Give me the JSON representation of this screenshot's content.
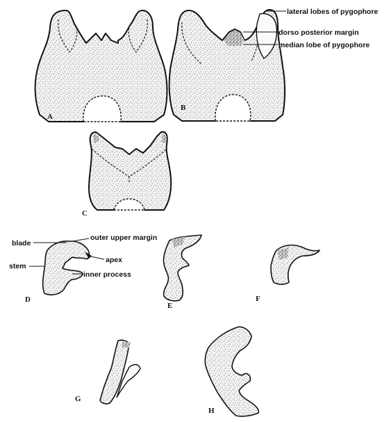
{
  "panels": {
    "A": "A",
    "B": "B",
    "C": "C",
    "D": "D",
    "E": "E",
    "F": "F",
    "G": "G",
    "H": "H"
  },
  "pygophore_labels": {
    "lateral_lobes": "lateral lobes of pygophore",
    "dorso_posterior_margin": "dorso posterior margin",
    "median_lobe": "median lobe of pygophore"
  },
  "paramere_labels": {
    "blade": "blade",
    "outer_upper_margin": "outer upper margin",
    "apex": "apex",
    "stem": "stem",
    "inner_process": "inner process"
  }
}
